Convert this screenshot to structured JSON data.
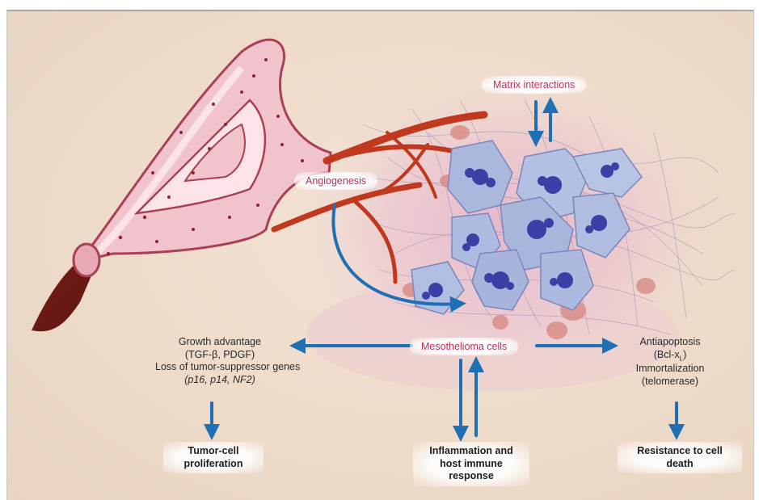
{
  "labels": {
    "matrix": "Matrix interactions",
    "angiogenesis": "Angiogenesis",
    "mesothelioma": "Mesothelioma cells",
    "left_block": {
      "line1": "Growth advantage",
      "line2": "(TGF-β, PDGF)",
      "line3": "Loss of tumor-suppressor genes",
      "line4": "(p16, p14, NF2)"
    },
    "right_block": {
      "line1": "Antiapoptosis",
      "line2_main": "(Bcl-x",
      "line2_sub": "L",
      "line2_end": ")",
      "line3": "Immortalization",
      "line4": "(telomerase)"
    },
    "outcome_left": [
      "Tumor-cell",
      "proliferation"
    ],
    "outcome_center": [
      "Inflammation and",
      "host immune",
      "response"
    ],
    "outcome_right": [
      "Resistance to cell",
      "death"
    ]
  },
  "colors": {
    "arrow": "#1f6fb4",
    "label_accent": "#b8315a",
    "vessel_red": "#c0391f",
    "cell_fill": "#aab8de",
    "nucleus": "#3b3fa6"
  }
}
